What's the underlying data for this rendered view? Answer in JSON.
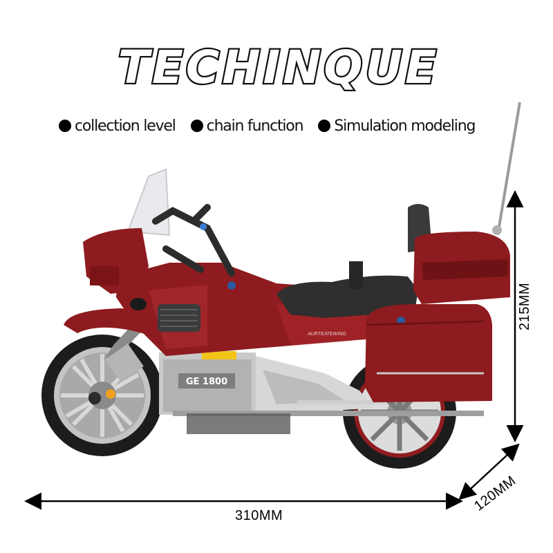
{
  "title": "TECHINQUE",
  "features": [
    {
      "label": "collection level"
    },
    {
      "label": "chain function"
    },
    {
      "label": "Simulation modeling"
    }
  ],
  "model": {
    "plate_text": "GE 1800",
    "decal_text": "AURTEATEWING",
    "body_color": "#8e1b1f",
    "body_dark": "#5e0d10",
    "accent_yellow": "#f2c418"
  },
  "dimensions": {
    "width": "310MM",
    "height": "215MM",
    "depth": "120MM"
  }
}
